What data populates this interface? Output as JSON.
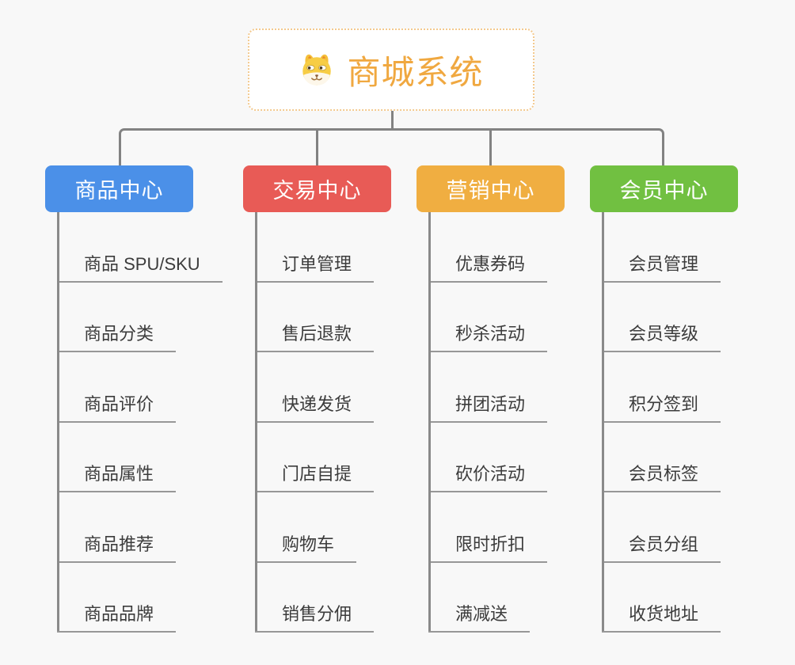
{
  "canvas": {
    "background": "#f8f8f8",
    "connector_color": "#828282",
    "underline_color": "#979797"
  },
  "root": {
    "title": "商城系统",
    "title_color": "#f0a840",
    "border_color": "#f3c98e",
    "icon": "dog-icon"
  },
  "branches": [
    {
      "label": "商品中心",
      "color": "#4b90e8",
      "items": [
        "商品 SPU/SKU",
        "商品分类",
        "商品评价",
        "商品属性",
        "商品推荐",
        "商品品牌"
      ]
    },
    {
      "label": "交易中心",
      "color": "#e85b56",
      "items": [
        "订单管理",
        "售后退款",
        "快递发货",
        "门店自提",
        "购物车",
        "销售分佣"
      ]
    },
    {
      "label": "营销中心",
      "color": "#f0ae41",
      "items": [
        "优惠券码",
        "秒杀活动",
        "拼团活动",
        "砍价活动",
        "限时折扣",
        "满减送"
      ]
    },
    {
      "label": "会员中心",
      "color": "#71c041",
      "items": [
        "会员管理",
        "会员等级",
        "积分签到",
        "会员标签",
        "会员分组",
        "收货地址"
      ]
    }
  ]
}
